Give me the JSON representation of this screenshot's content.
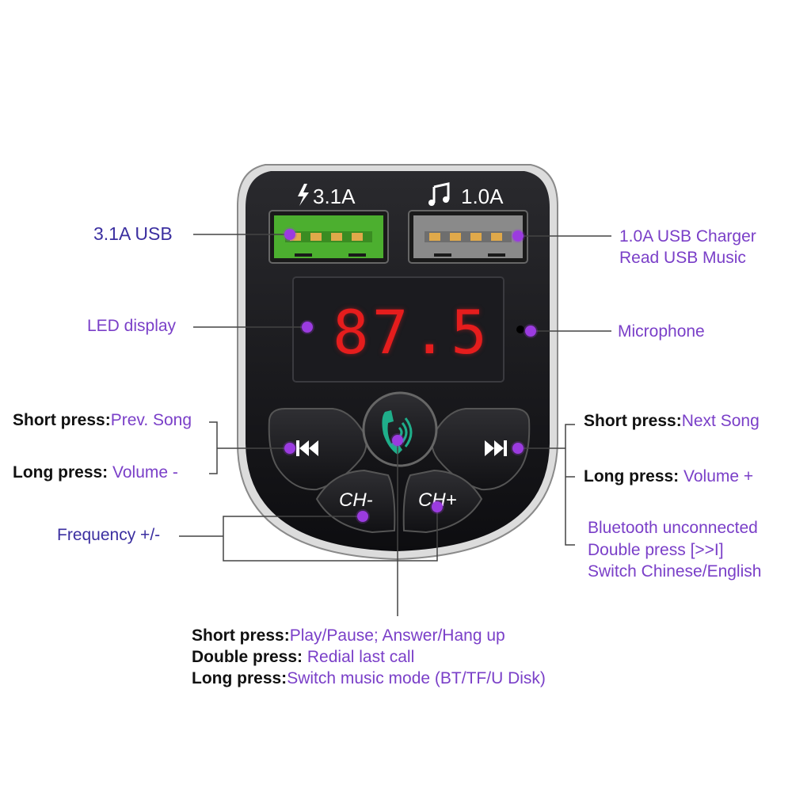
{
  "ports": {
    "left_rating": "3.1A",
    "right_rating": "1.0A"
  },
  "display": {
    "frequency": "87.5"
  },
  "buttons": {
    "ch_minus": "CH-",
    "ch_plus": "CH+"
  },
  "callouts": {
    "usb31": "3.1A USB",
    "usb10_line1": "1.0A USB Charger",
    "usb10_line2": "Read USB Music",
    "led": "LED display",
    "mic": "Microphone",
    "prev_short_key": "Short press:",
    "prev_short_val": "Prev. Song",
    "prev_long_key": "Long press:",
    "prev_long_val": "Volume -",
    "next_short_key": "Short press:",
    "next_short_val": "Next Song",
    "next_long_key": "Long press:",
    "next_long_val": "Volume +",
    "bt_line1": "Bluetooth unconnected",
    "bt_line2": "Double press [>>I]",
    "bt_line3": "Switch Chinese/English",
    "frequency": "Frequency +/-",
    "center_short_key": "Short press:",
    "center_short_val": "Play/Pause; Answer/Hang up",
    "center_double_key": "Double press:",
    "center_double_val": "Redial last call",
    "center_long_key": "Long press:",
    "center_long_val": "Switch music mode (BT/TF/U Disk)"
  },
  "colors": {
    "accent": "#7a3fc8",
    "led_red": "#e51d1d",
    "usb_green": "#4caf2f",
    "phone_green": "#1fae8a"
  },
  "icons": [
    "lightning-icon",
    "music-note-icon",
    "prev-track-icon",
    "next-track-icon",
    "bluetooth-phone-icon"
  ]
}
